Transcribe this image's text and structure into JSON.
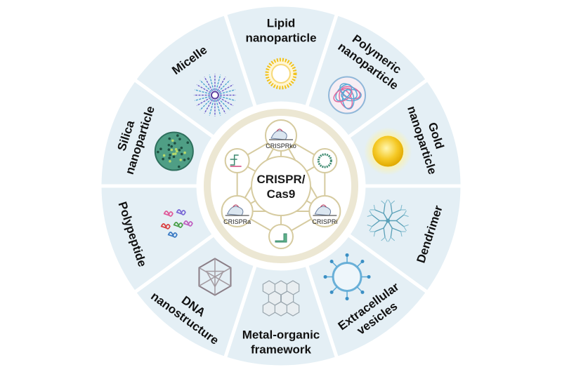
{
  "center": {
    "line1": "CRISPR/",
    "line2": "Cas9"
  },
  "nodes": {
    "crisprko": "CRISPRko",
    "crispra": "CRISPRa",
    "crispri": "CRISPRi"
  },
  "segments": {
    "lipid": [
      "Lipid",
      "nanoparticle"
    ],
    "polymeric": [
      "Polymeric",
      "nanoparticle"
    ],
    "gold": [
      "Gold",
      "nanoparticle"
    ],
    "dendrimer": [
      "Dendrimer"
    ],
    "extracellular": [
      "Extracellular",
      "vesicles"
    ],
    "mof": [
      "Metal-organic",
      "framework"
    ],
    "dna": [
      "DNA",
      "nanostructure"
    ],
    "polypeptide": [
      "Polypeptide"
    ],
    "silica": [
      "Silica",
      "nanoparticle"
    ],
    "micelle": [
      "Micelle"
    ]
  },
  "colors": {
    "segment_fill": "#e4eff5",
    "gap": "#ffffff",
    "hub_ring": "#ece7d3",
    "hub_line": "#d6cba0",
    "node_fill": "#ffffff",
    "accent_gold": "#f2c21b",
    "accent_blue": "#2b6fa8",
    "accent_green": "#2c8a6c"
  },
  "icons": [
    "dna-icon",
    "circular-plasmid-icon",
    "guide-rna-icon",
    "cas9-protein-icon"
  ]
}
